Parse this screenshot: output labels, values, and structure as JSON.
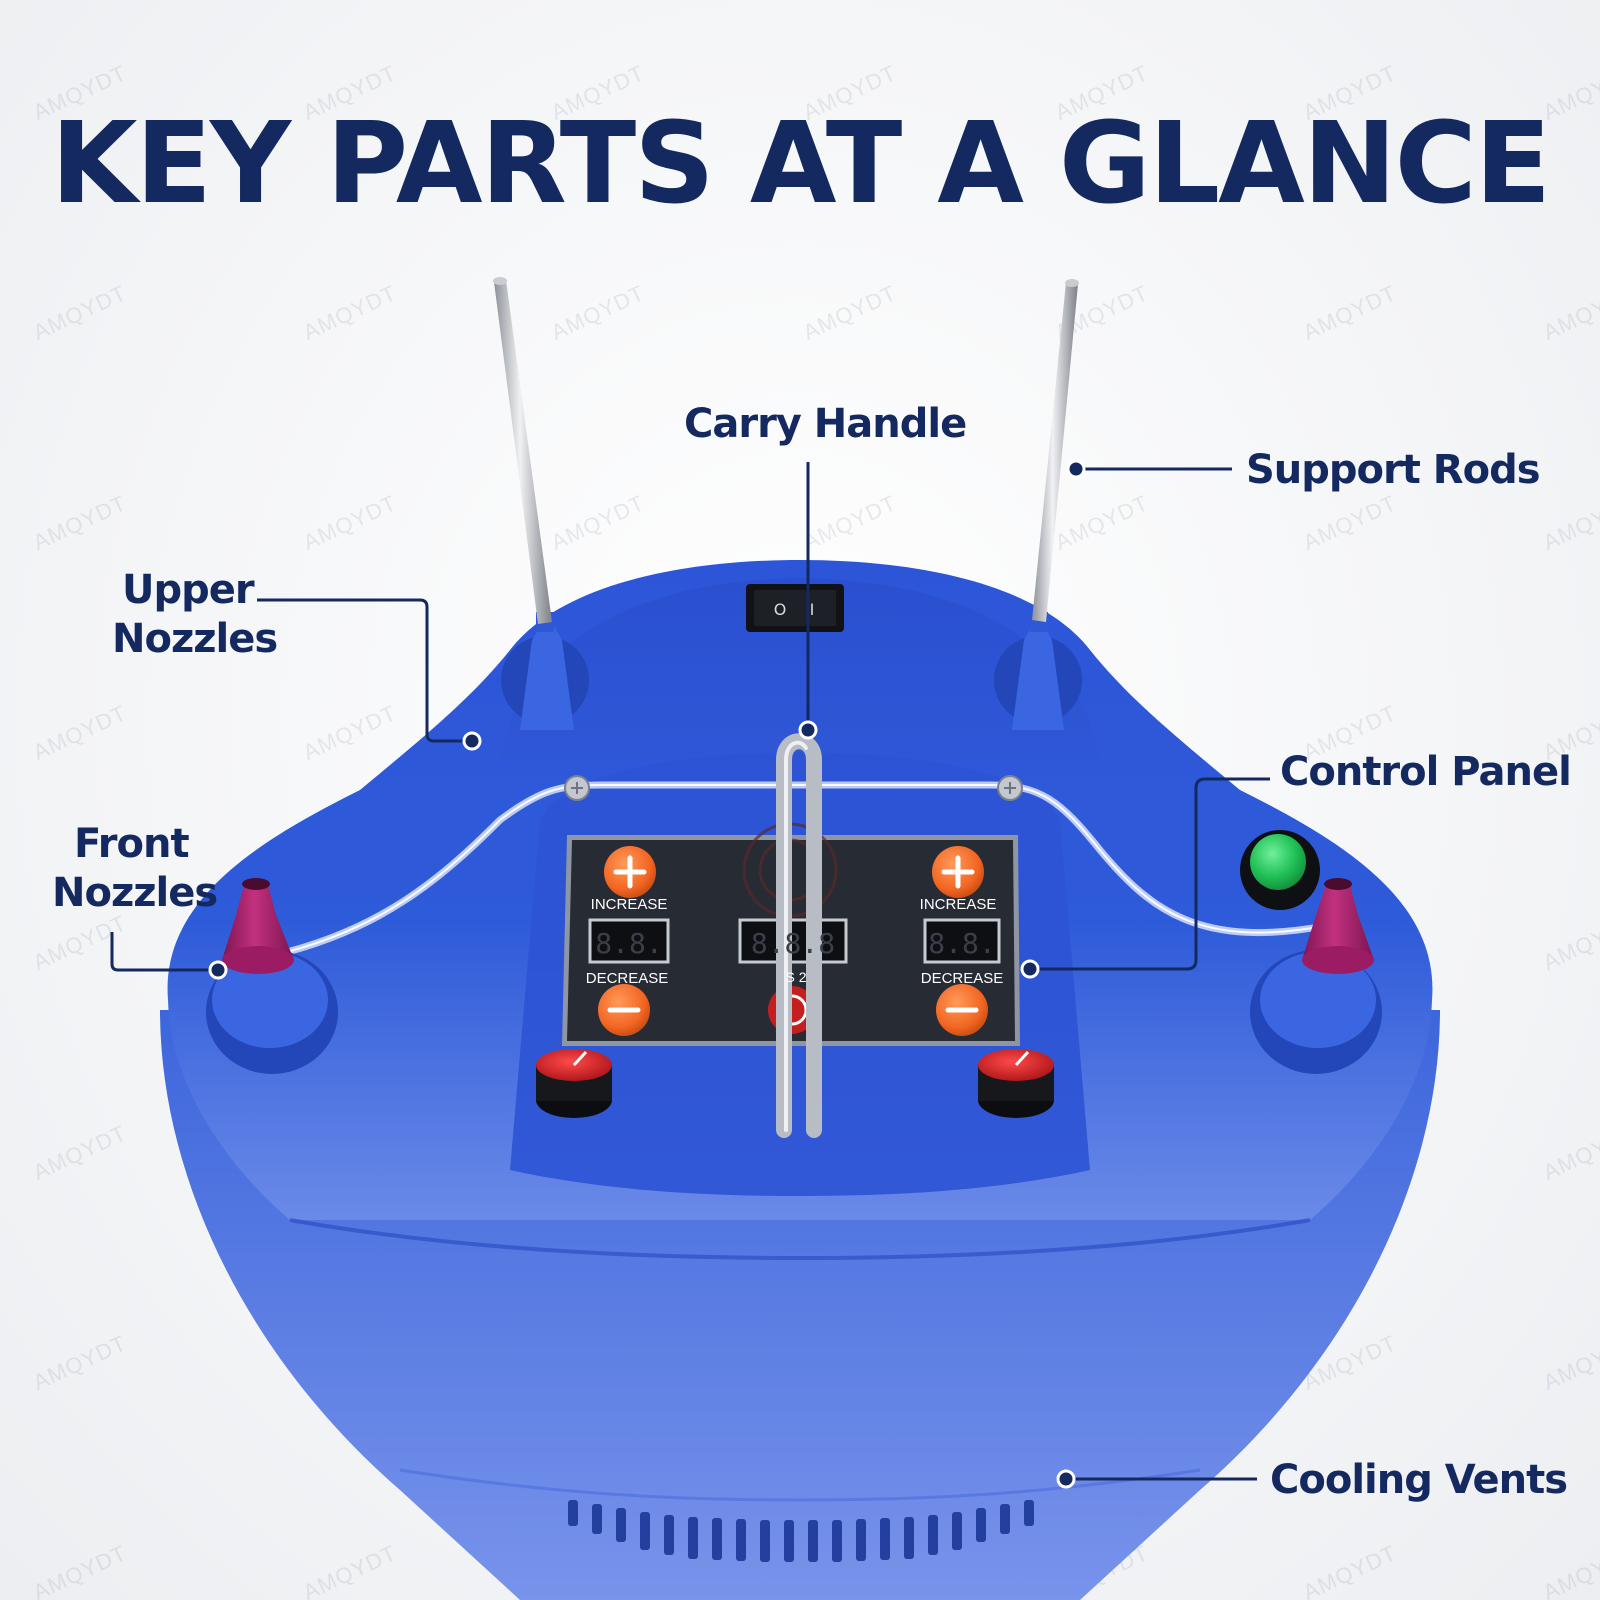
{
  "title": "KEY PARTS AT A GLANCE",
  "watermark": "AMQYDT",
  "colors": {
    "title": "#14295f",
    "callout_line": "#14295f",
    "pump_body": "#2f58d6",
    "nozzle": "#a51d6b",
    "panel": "#262b34",
    "panel_button": "#f26522",
    "power_button": "#22c55e",
    "knob": "#c8161d"
  },
  "callouts": {
    "carry_handle": "Carry Handle",
    "support_rods": "Support Rods",
    "upper_nozzles": [
      "Upper",
      "Nozzles"
    ],
    "front_nozzles": [
      "Front",
      "Nozzles"
    ],
    "control_panel": "Control Panel",
    "cooling_vents": "Cooling Vents"
  },
  "panel": {
    "increase_label": "INCREASE",
    "decrease_label": "DECREASE",
    "left_display": "8.8.",
    "center_display": "8.8.8",
    "right_display": "8.8.",
    "center_caption": "S 2"
  },
  "icons": {
    "plus": "plus-icon",
    "minus": "minus-icon",
    "power": "power-switch-icon"
  }
}
